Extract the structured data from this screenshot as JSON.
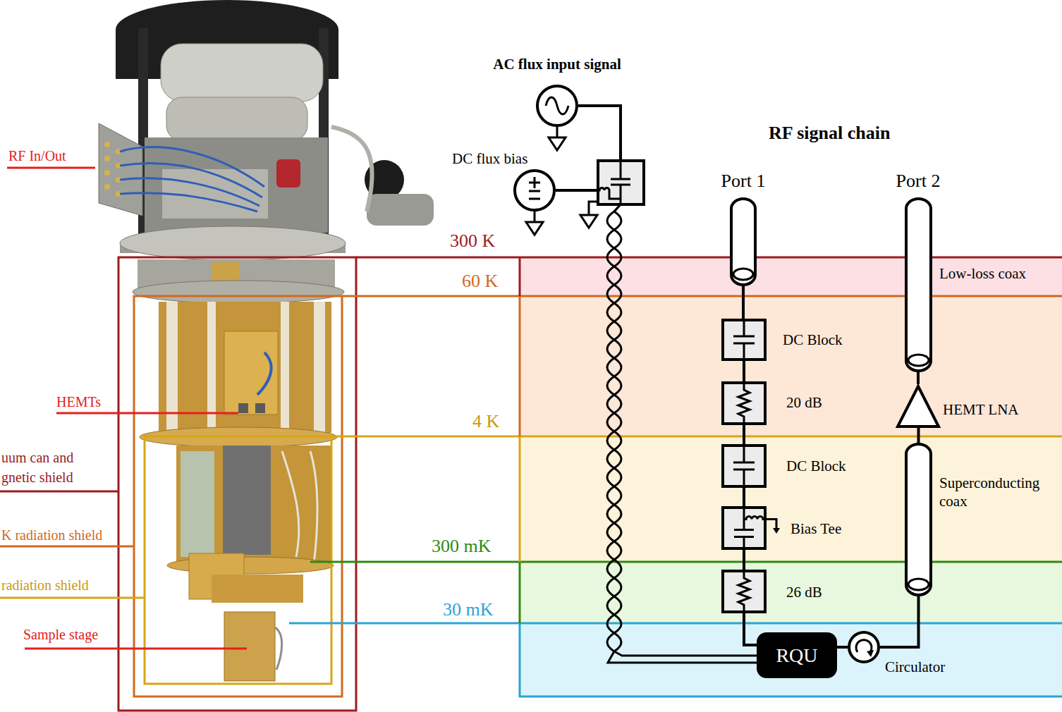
{
  "diagram": {
    "nodes": [
      {
        "text": [
          "AC flux input signal"
        ]
      },
      {
        "text": [
          "DC flux bias"
        ]
      },
      {
        "text": [
          "Port 1"
        ]
      },
      {
        "text": [
          "Port 2",
          "Low-loss coax"
        ]
      },
      {
        "text": [
          "DC Block"
        ]
      },
      {
        "text": [
          "20 dB"
        ]
      },
      {
        "text": [
          "HEMT LNA"
        ]
      },
      {
        "text": [
          "DC Block"
        ]
      },
      {
        "text": [
          "Superconducting coax"
        ]
      },
      {
        "text": [
          "Bias Tee"
        ]
      },
      {
        "text": [
          "26 dB"
        ]
      },
      {
        "text": [
          "RQU"
        ]
      },
      {
        "text": [
          "Circulator"
        ]
      }
    ],
    "edges": [
      {
        "from": 2,
        "to": 4,
        "arrow": "none"
      },
      {
        "from": 4,
        "to": 5,
        "arrow": "none"
      },
      {
        "from": 5,
        "to": 7,
        "arrow": "none"
      },
      {
        "from": 7,
        "to": 9,
        "arrow": "none"
      },
      {
        "from": 9,
        "to": 10,
        "arrow": "none"
      },
      {
        "from": 10,
        "to": 11,
        "arrow": "none"
      },
      {
        "from": 11,
        "to": 12,
        "arrow": "none"
      },
      {
        "from": 12,
        "to": 8,
        "arrow": "none"
      },
      {
        "from": 8,
        "to": 6,
        "arrow": "none"
      },
      {
        "from": 6,
        "to": 3,
        "arrow": "none"
      }
    ],
    "labels": [
      "RF In/Out",
      "HEMTs",
      "uum can and gnetic shield",
      "K radiation shield",
      "radiation shield",
      "Sample stage",
      "300 K",
      "60 K",
      "4 K",
      "300 mK",
      "30 mK",
      "RF signal chain"
    ]
  }
}
